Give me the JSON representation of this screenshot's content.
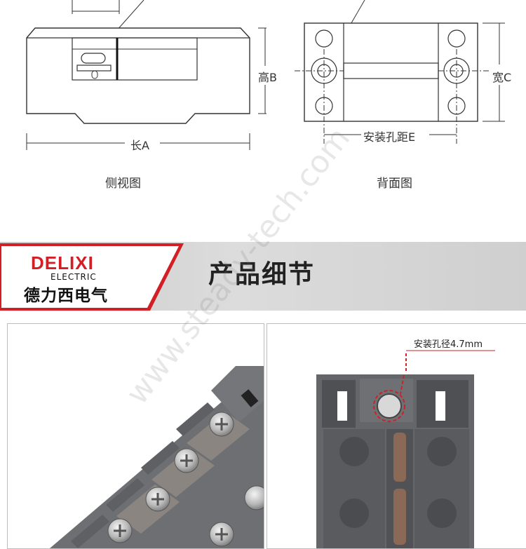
{
  "side_view": {
    "length_label": "长A",
    "height_label": "高B",
    "caption": "侧视图"
  },
  "back_view": {
    "width_label": "宽C",
    "hole_spacing_label": "安装孔距E",
    "caption": "背面图"
  },
  "banner": {
    "brand": "DELIXI",
    "brand_sub": "ELECTRIC",
    "brand_cn": "德力西电气",
    "title": "产品细节",
    "brand_color": "#d21f26"
  },
  "details": {
    "hole_label": "安装孔径4.7mm"
  },
  "watermark": "www.steady-tech.com"
}
